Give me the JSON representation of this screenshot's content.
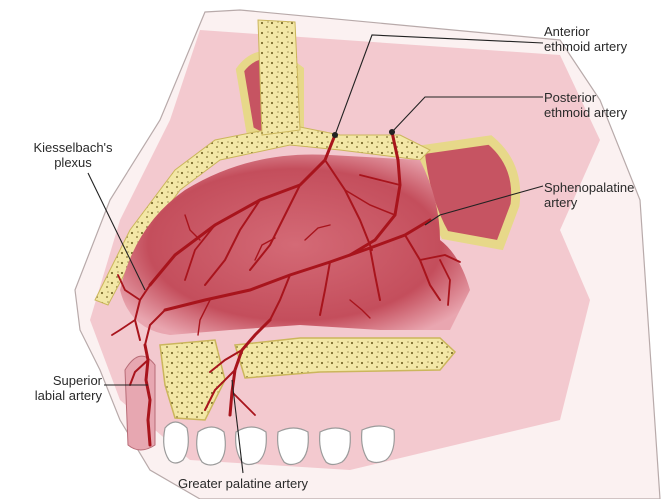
{
  "labels": {
    "anterior_ethmoid": {
      "line1": "Anterior",
      "line2": "ethmoid artery"
    },
    "posterior_ethmoid": {
      "line1": "Posterior",
      "line2": "ethmoid artery"
    },
    "kiesselbach": {
      "line1": "Kiesselbach's",
      "line2": "plexus"
    },
    "sphenopalatine": {
      "line1": "Sphenopalatine",
      "line2": "artery"
    },
    "superior_labial": {
      "line1": "Superior",
      "line2": "labial artery"
    },
    "greater_palatine": {
      "line1": "Greater palatine artery"
    }
  },
  "colors": {
    "mucosa": "#c0505e",
    "mucosa_light": "#f2c6cc",
    "bone": "#f3e7a6",
    "bone_dots": "#7b6a2c",
    "artery": "#a8141c",
    "skin": "#f7eaea",
    "outline": "#9a8f8f",
    "leader": "#222222"
  }
}
